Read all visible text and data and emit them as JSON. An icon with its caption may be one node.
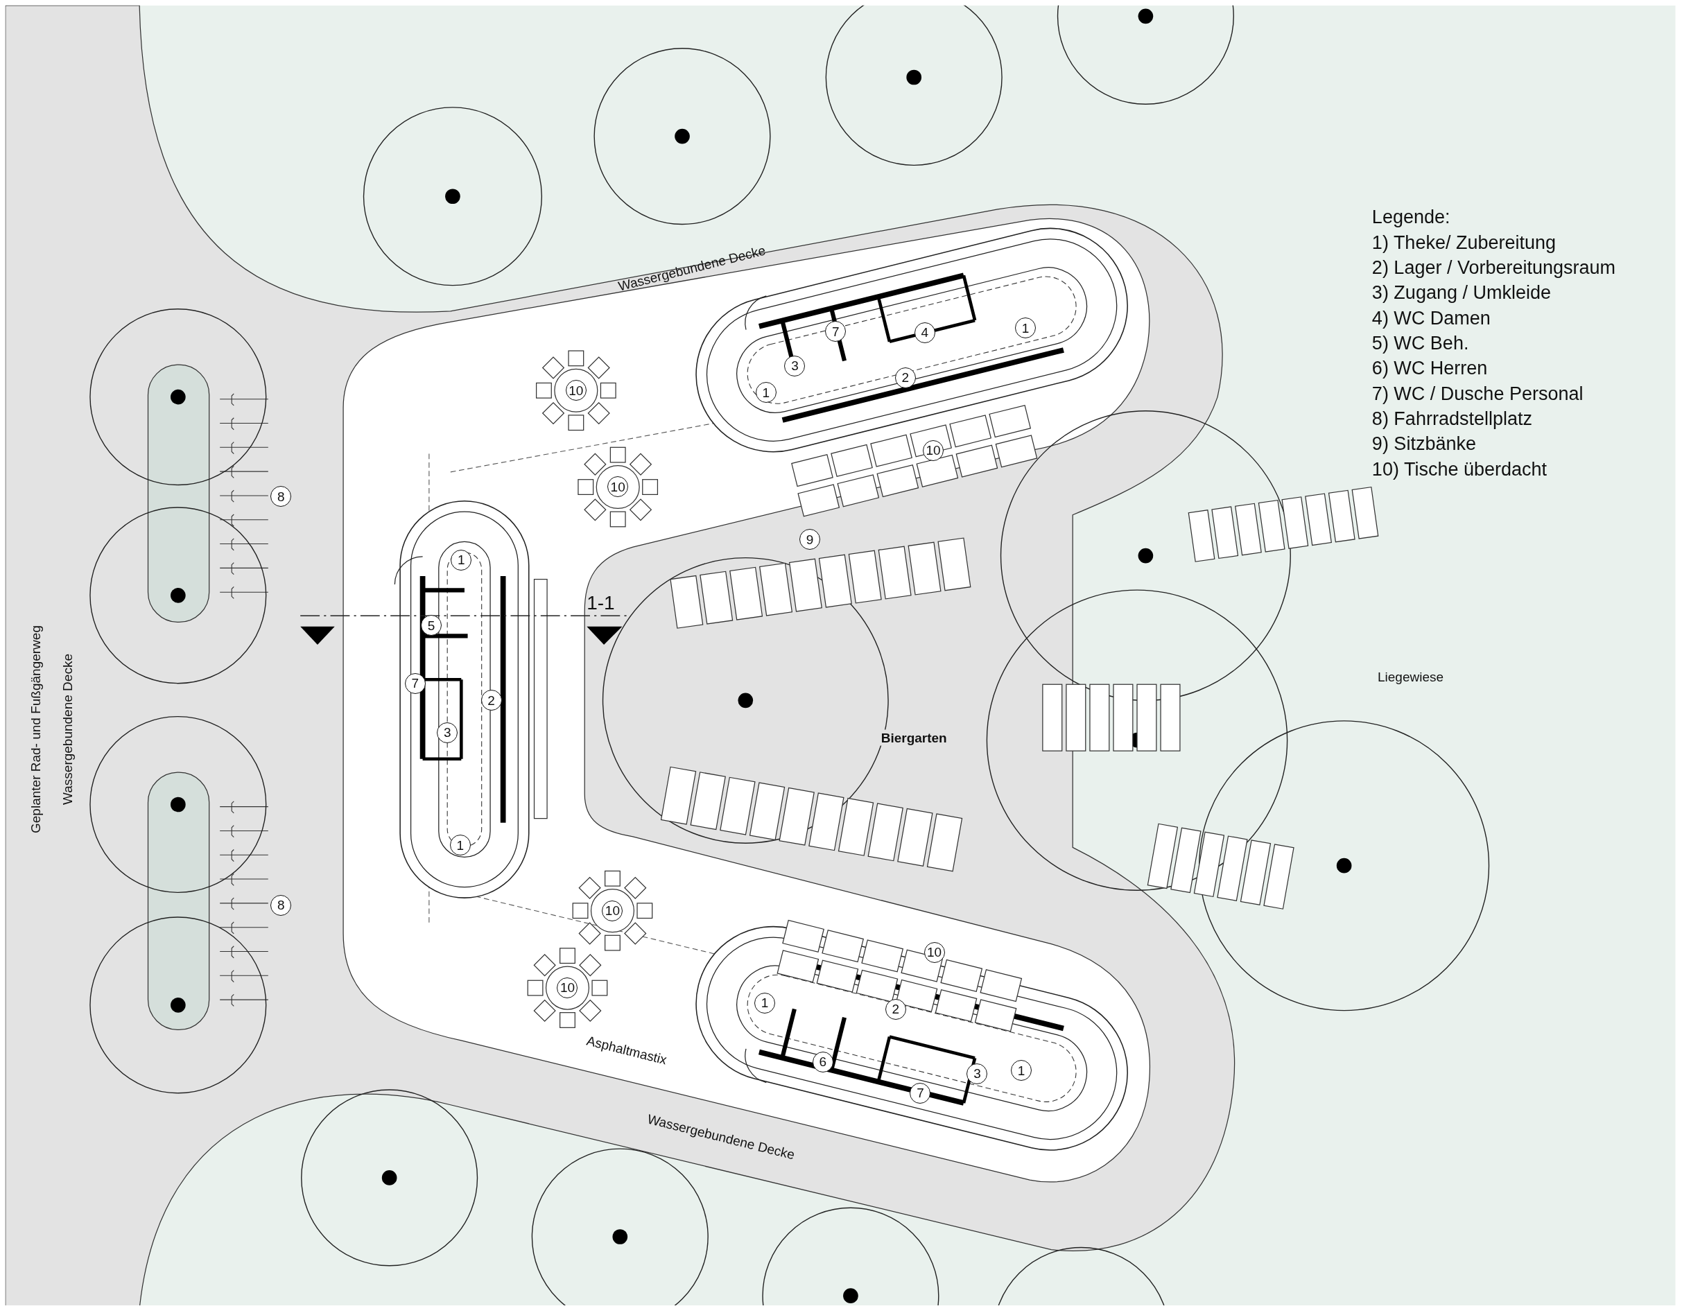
{
  "diagram": {
    "nodes": [
      {
        "text": [
          "7"
        ]
      },
      {
        "text": [
          "4"
        ]
      },
      {
        "text": [
          "1"
        ]
      },
      {
        "text": [
          "3"
        ]
      },
      {
        "text": [
          "10"
        ]
      },
      {
        "text": [
          "2"
        ]
      },
      {
        "text": [
          "1"
        ]
      },
      {
        "text": [
          "10"
        ]
      },
      {
        "text": [
          "10"
        ]
      },
      {
        "text": [
          "8"
        ]
      },
      {
        "text": [
          "9"
        ]
      },
      {
        "text": [
          "1"
        ]
      },
      {
        "text": [
          "5"
        ]
      },
      {
        "text": [
          "7"
        ]
      },
      {
        "text": [
          "2"
        ]
      },
      {
        "text": [
          "3"
        ]
      },
      {
        "text": [
          "1"
        ]
      },
      {
        "text": [
          "8"
        ]
      },
      {
        "text": [
          "10"
        ]
      },
      {
        "text": [
          "10"
        ]
      },
      {
        "text": [
          "10"
        ]
      },
      {
        "text": [
          "1"
        ]
      },
      {
        "text": [
          "2"
        ]
      },
      {
        "text": [
          "3"
        ]
      },
      {
        "text": [
          "1"
        ]
      },
      {
        "text": [
          "6"
        ]
      },
      {
        "text": [
          "7"
        ]
      }
    ],
    "labels": [
      "Legende:",
      "1) Theke/ Zubereitung",
      "2) Lager / Vorbereitungsraum",
      "3) Zugang / Umkleide",
      "4) WC Damen",
      "5) WC Beh.",
      "6) WC Herren",
      "7) WC / Dusche Personal",
      "8) Fahrradstellplatz",
      "9) Sitzbänke",
      "10) Tische überdacht",
      "Wassergebundene Decke",
      "1-1",
      "Liegewiese",
      "Biergarten",
      "Geplanter Rad- und Fußgängerweg",
      "Wassergebundene Decke",
      "Asphaltmastix",
      "Wassergebundene Decke"
    ]
  }
}
